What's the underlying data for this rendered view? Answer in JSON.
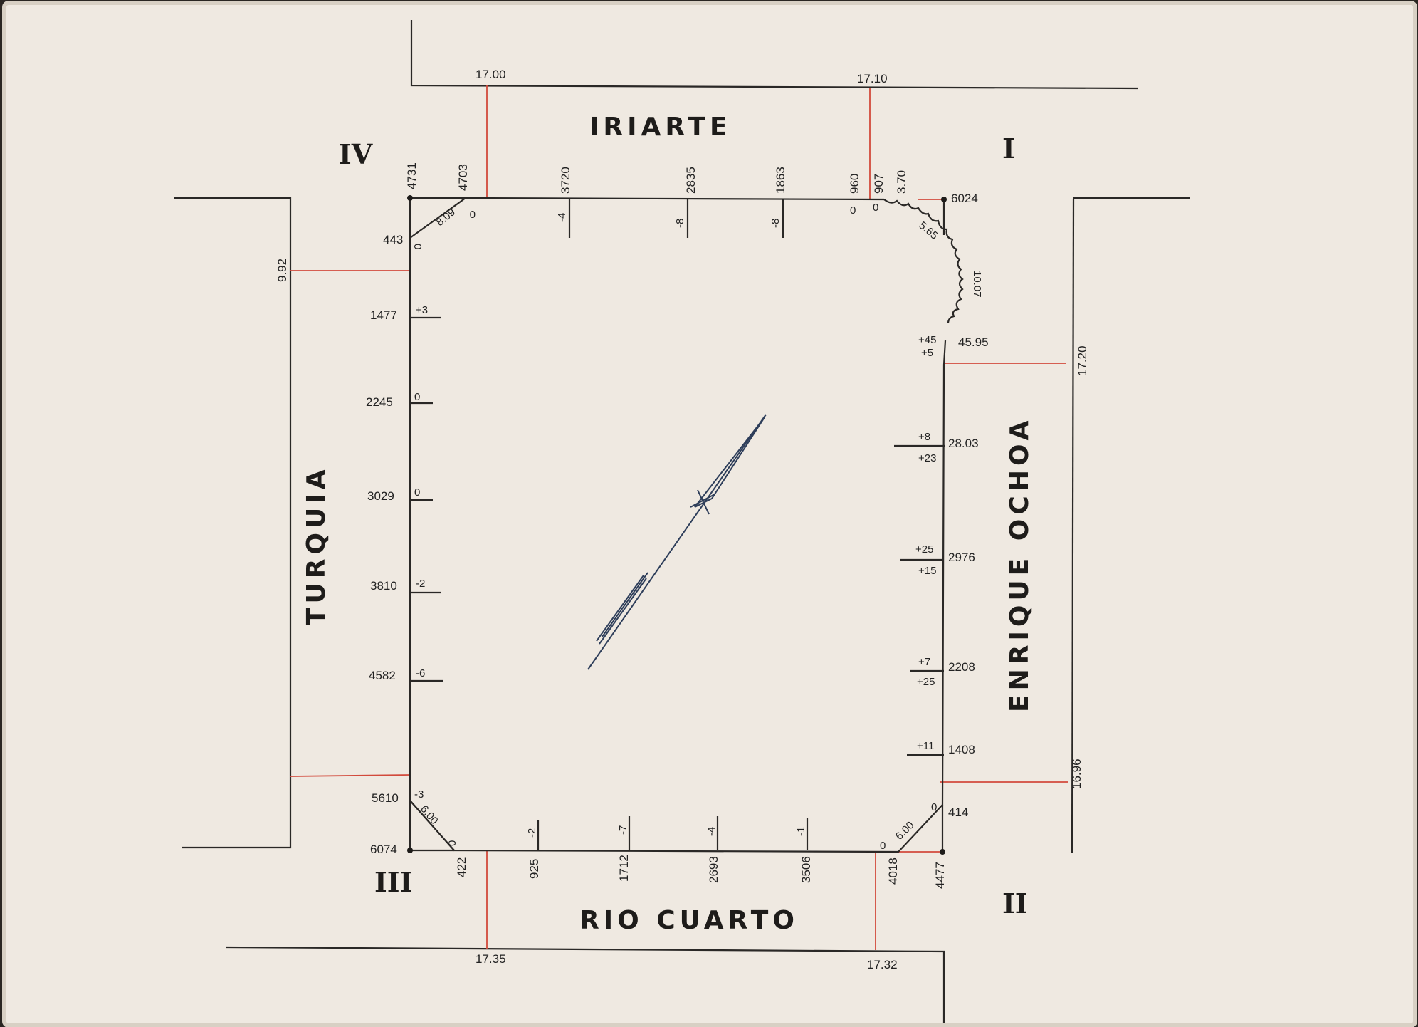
{
  "colors": {
    "paper": "#efe9e1",
    "ink": "#2a2826",
    "red_line": "#d24a3c"
  },
  "streets": {
    "top": "IRIARTE",
    "bottom": "RIO CUARTO",
    "left": "TURQUIA",
    "right": "ENRIQUE OCHOA"
  },
  "corners": {
    "top_right": "I",
    "bottom_right": "II",
    "bottom_left": "III",
    "top_left": "IV"
  },
  "street_widths": {
    "top_left": "17.00",
    "top_right": "17.10",
    "bottom_left": "17.35",
    "bottom_right": "17.32",
    "left": "9.92",
    "right_upper": "17.20",
    "right_lower": "16.96"
  },
  "top_side": {
    "corner_total": "6024",
    "chainages": [
      "4731",
      "4703",
      "3720",
      "2835",
      "1863",
      "960",
      "907",
      "3.70"
    ],
    "levels": [
      "-4",
      "-8",
      "-8"
    ],
    "zeros": [
      "0",
      "0",
      "0"
    ],
    "chamfer": "8.09",
    "curve_short": "5.65",
    "curve_long": "10.07"
  },
  "left_side": {
    "chainages": [
      "443",
      "1477",
      "2245",
      "3029",
      "3810",
      "4582",
      "5610",
      "6074"
    ],
    "levels": [
      "0",
      "+3",
      "0",
      "0",
      "-2",
      "-6",
      "-3"
    ],
    "chamfer": "6.00"
  },
  "bottom_side": {
    "chainages": [
      "422",
      "925",
      "1712",
      "2693",
      "3506",
      "4018",
      "4477"
    ],
    "levels": [
      "0",
      "-2",
      "-7",
      "-4",
      "-1",
      "0"
    ]
  },
  "right_side": {
    "chainages": [
      "45.95",
      "28.03",
      "2976",
      "2208",
      "1408",
      "414"
    ],
    "levels_upper": [
      "+45",
      "+8",
      "+25",
      "+7",
      "+11",
      "0"
    ],
    "levels_lower": [
      "+5",
      "+23",
      "+15",
      "+25"
    ],
    "chamfer": "6.00"
  }
}
